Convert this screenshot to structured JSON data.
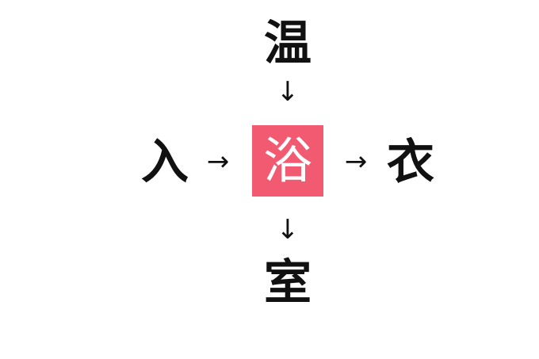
{
  "puzzle": {
    "top": "温",
    "left": "入",
    "right": "衣",
    "bottom": "室",
    "answer": "浴"
  },
  "arrows": {
    "down": "↓",
    "right": "→"
  },
  "colors": {
    "answer_box": "#f25a71",
    "answer_text": "#ffffff",
    "text": "#111111"
  }
}
